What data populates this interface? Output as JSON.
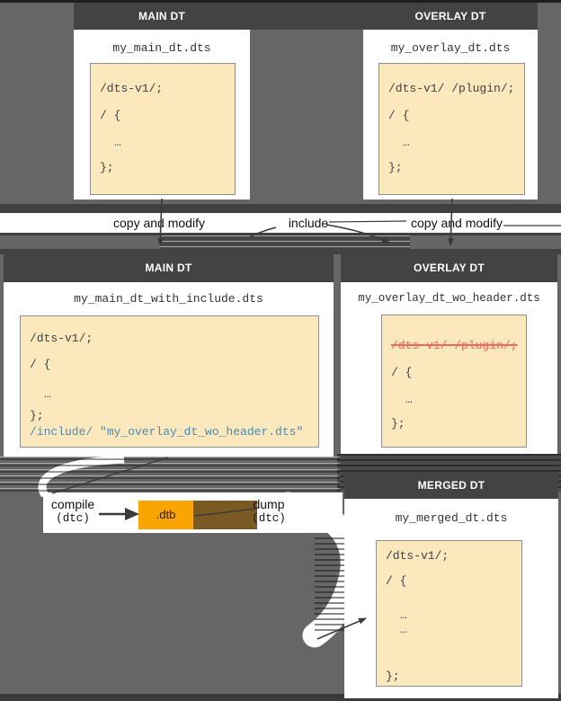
{
  "diagram": {
    "top_main": {
      "header": "MAIN DT",
      "filename": "my_main_dt.dts",
      "code": [
        "/dts-v1/;",
        "/ {",
        "…",
        "};"
      ]
    },
    "top_overlay": {
      "header": "OVERLAY DT",
      "filename": "my_overlay_dt.dts",
      "code": [
        "/dts-v1/ /plugin/;",
        "/ {",
        "…",
        "};"
      ]
    },
    "mid_main": {
      "header": "MAIN DT",
      "filename": "my_main_dt_with_include.dts",
      "code": [
        "/dts-v1/;",
        "/ {",
        "…",
        "};"
      ],
      "include_line": "/include/ \"my_overlay_dt_wo_header.dts\""
    },
    "mid_overlay": {
      "header": "OVERLAY DT",
      "filename": "my_overlay_dt_wo_header.dts",
      "removed_line": "/dts-v1/ /plugin/;",
      "code": [
        "/ {",
        "…",
        "};"
      ]
    },
    "merged": {
      "header": "MERGED DT",
      "filename": "my_merged_dt.dts",
      "code": [
        "/dts-v1/;",
        "/ {",
        "…",
        "…",
        "};"
      ]
    },
    "labels": {
      "copy_and_modify_left": "copy and modify",
      "include": "include",
      "copy_and_modify_right": "copy and modify",
      "compile": "compile",
      "compile_tool": "(dtc)",
      "dump": "dump",
      "dump_tool": "(dtc)",
      "dtb": ".dtb"
    },
    "colors": {
      "background": "#666666",
      "header_bar": "#434343",
      "code_bg": "#fce8bd",
      "dtb_orange": "#f9a400",
      "dtb_shadow_brown": "#7a5a22",
      "include_blue": "#4a8ab1",
      "removed_red": "#e8695e"
    }
  }
}
